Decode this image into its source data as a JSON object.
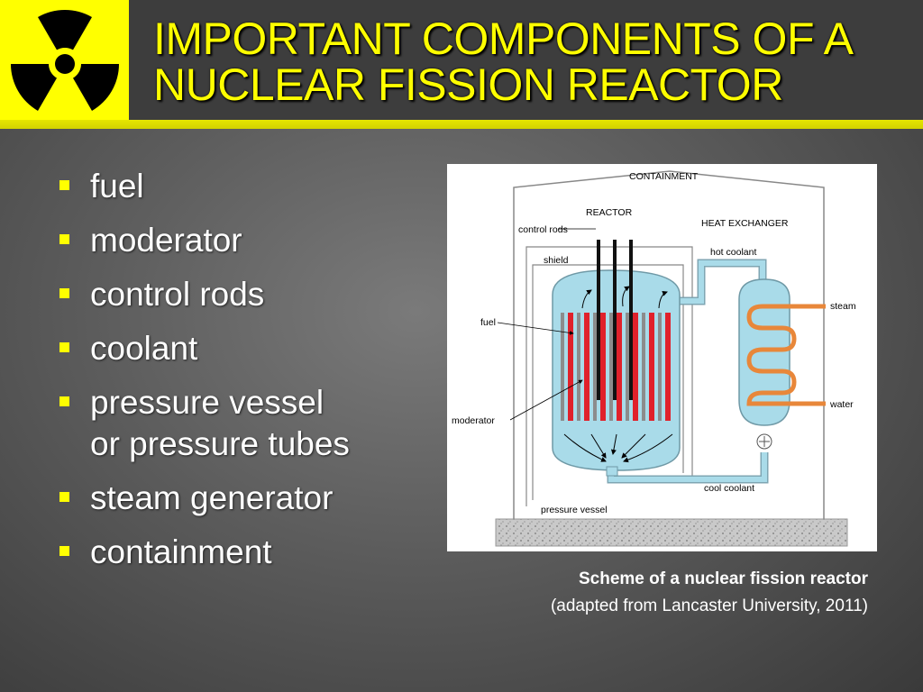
{
  "title": {
    "line1": "IMPORTANT COMPONENTS OF A",
    "line2": "NUCLEAR FISSION REACTOR"
  },
  "logo": {
    "icon": "radiation-trefoil-icon",
    "bg": "#ffff00",
    "fg": "#000000"
  },
  "colors": {
    "accent": "#ffff00",
    "title_bar": "#3d3d3d",
    "fuel": "#e0212b",
    "coolant": "#a9dbe9",
    "pipe": "#e8873a"
  },
  "bullets": [
    {
      "line1": "fuel"
    },
    {
      "line1": "moderator"
    },
    {
      "line1": "control rods"
    },
    {
      "line1": "coolant"
    },
    {
      "line1": "pressure vessel",
      "line2": "or pressure tubes"
    },
    {
      "line1": "steam generator"
    },
    {
      "line1": "containment"
    }
  ],
  "diagram": {
    "containment": "CONTAINMENT",
    "reactor": "REACTOR",
    "heat_exchanger": "HEAT EXCHANGER",
    "control_rods": "control rods",
    "shield": "shield",
    "hot_coolant": "hot coolant",
    "fuel": "fuel",
    "steam": "steam",
    "water": "water",
    "moderator": "moderator",
    "cool_coolant": "cool coolant",
    "pressure_vessel": "pressure vessel"
  },
  "caption": {
    "bold": "Scheme of a nuclear fission reactor",
    "normal": "(adapted from Lancaster University, 2011)"
  }
}
